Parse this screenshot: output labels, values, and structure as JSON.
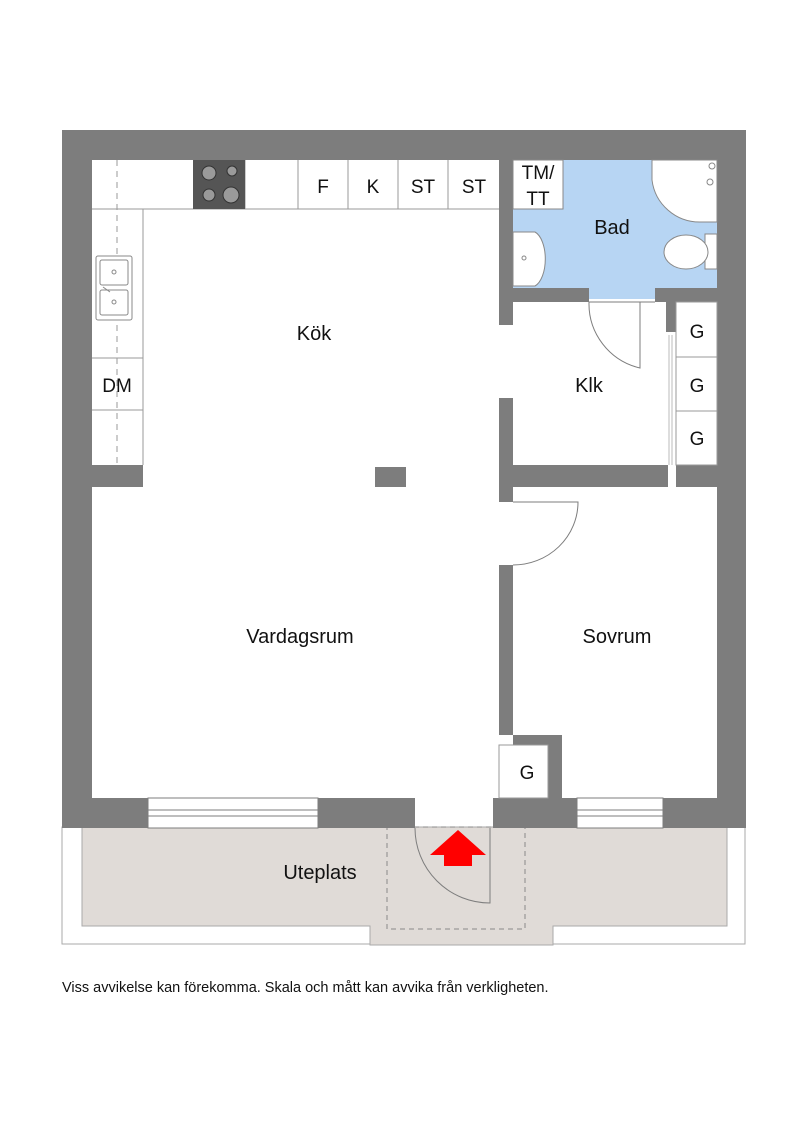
{
  "rooms": {
    "kitchen": "Kök",
    "living_room": "Vardagsrum",
    "bathroom": "Bad",
    "hall": "Klk",
    "bedroom": "Sovrum",
    "patio": "Uteplats"
  },
  "fixtures": {
    "fridge": "F",
    "freezer": "K",
    "storage_1": "ST",
    "storage_2": "ST",
    "washer_line1": "TM/",
    "washer_line2": "TT",
    "dishwasher": "DM",
    "wardrobe_hall_1": "G",
    "wardrobe_hall_2": "G",
    "wardrobe_hall_3": "G",
    "wardrobe_bedroom": "G"
  },
  "footer": {
    "disclaimer": "Viss avvikelse kan förekomma. Skala och mått kan avvika från verkligheten."
  },
  "colors": {
    "wall": "#7d7d7d",
    "patio": "#e0dbd7",
    "bathroom": "#b7d5f3",
    "entrance_arrow": "#ff0000"
  }
}
